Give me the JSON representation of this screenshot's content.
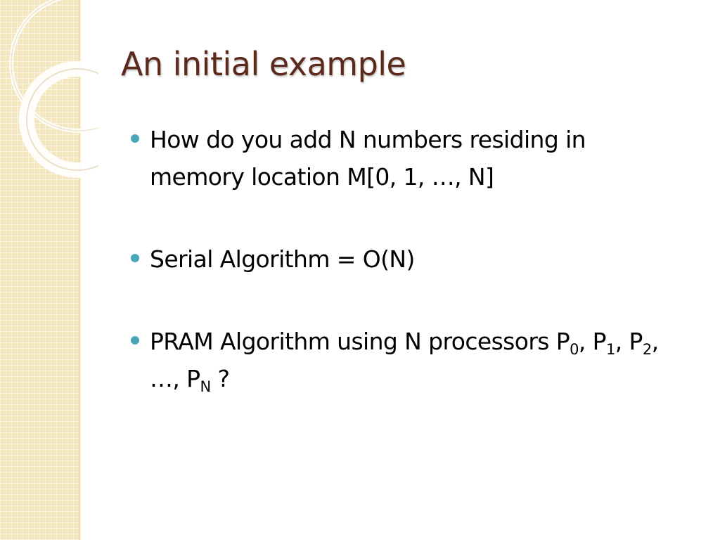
{
  "slide": {
    "title": "An initial example",
    "bullet_color": "#4aa7b8",
    "title_color": "#5c2a1c",
    "band_color": "#f4e6bf"
  },
  "bullets": [
    {
      "text": "How do you add N numbers residing in memory location M[0, 1, …, N]"
    },
    {
      "text": "Serial Algorithm = O(N)"
    },
    {
      "parts": {
        "p1": "PRAM Algorithm using N processors P",
        "sub0": "0",
        "p2": ", P",
        "sub1": "1",
        "p3": ", P",
        "sub2": "2",
        "p4": ", …, P",
        "subN": "N",
        "p5": " ?"
      }
    }
  ]
}
